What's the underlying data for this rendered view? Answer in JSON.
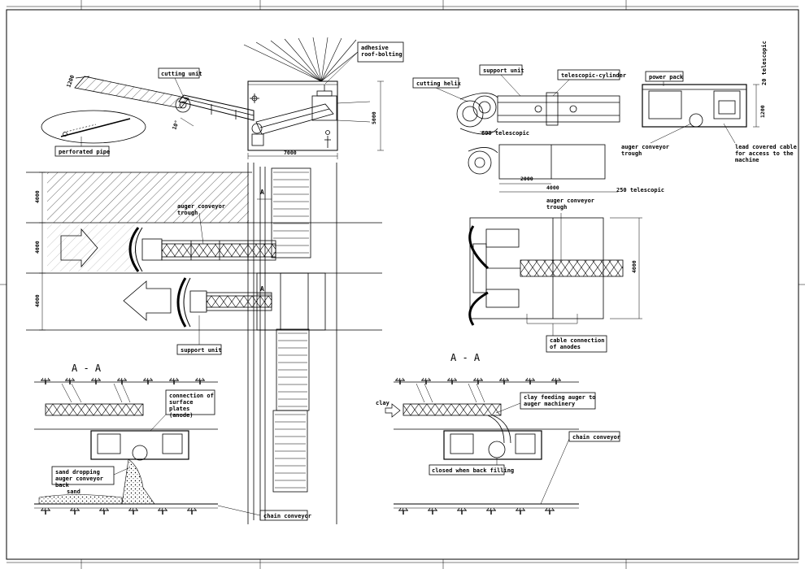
{
  "labels": {
    "adhesive_roof_bolting": "adhesive roof-bolting",
    "cutting_unit": "cutting unit",
    "perforated_pipe": "perforated pipe",
    "auger_trough_left": "auger conveyor trough",
    "support_unit_left": "support unit",
    "section_a_left": "A - A",
    "connection_surface_plates": "connection of surface plates (anode)",
    "sand_dropping": "sand dropping auger conveyor back",
    "sand": "sand",
    "chain_conveyor_left": "chain conveyor",
    "cutting_helix": "cutting helix",
    "support_unit_right": "support unit",
    "telescopic_cylinder": "telescopic-cylinder",
    "power_pack": "power pack",
    "auger_trough_right_top": "auger conveyor trough",
    "lead_cable": "lead covered cable for access to the machine",
    "telescopic_600": "600 telescopic",
    "telescopic_250": "250 telescopic",
    "telescopic_20": "20 telescopic",
    "auger_trough_right_mid": "auger conveyor trough",
    "cable_anodes": "cable connection of anodes",
    "section_a_right": "A - A",
    "clay": "clay",
    "clay_feeding": "clay feeding auger to auger machinery",
    "closed_back_filling": "closed when back filling",
    "chain_conveyor_right": "chain conveyor",
    "section_mark": "A"
  },
  "dimensions": {
    "d1200_angle": "1200",
    "d10": "10°",
    "d5000": "5000",
    "d7000": "7000",
    "d4000_a": "4000",
    "d4000_b": "4000",
    "d4000_c": "4000",
    "d1200_right": "1200",
    "d2000": "2000",
    "d4000_right": "4000",
    "d4000_vert": "4000"
  },
  "colors": {
    "ink": "#000000",
    "paper": "#ffffff"
  }
}
